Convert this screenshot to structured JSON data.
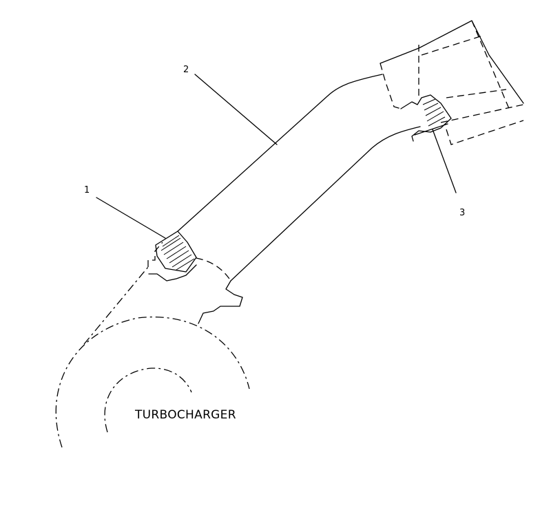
{
  "callouts": [
    {
      "id": "1",
      "text": "1"
    },
    {
      "id": "2",
      "text": "2"
    },
    {
      "id": "3",
      "text": "3"
    }
  ],
  "labels": {
    "turbocharger": "TURBOCHARGER"
  }
}
